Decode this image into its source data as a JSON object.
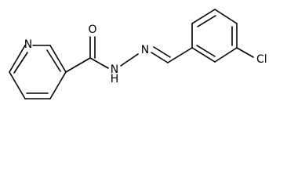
{
  "molecule": {
    "atom_labels": {
      "pyridine_nitrogen": "N",
      "carbonyl_oxygen": "O",
      "amide_nitrogen": "N",
      "amide_hydrogen": "H",
      "imine_nitrogen": "N",
      "chlorine": "Cl"
    }
  }
}
